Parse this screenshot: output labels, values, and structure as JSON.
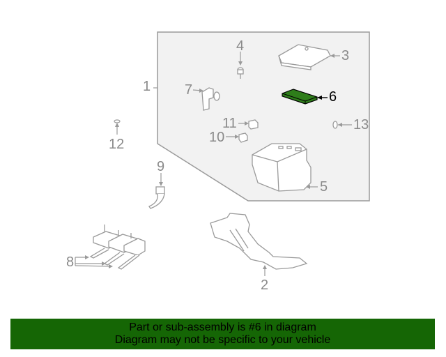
{
  "diagram": {
    "highlight_color": "#2e7d1a",
    "highlighted_part": "6",
    "callouts": [
      {
        "id": "1",
        "label": "1"
      },
      {
        "id": "2",
        "label": "2"
      },
      {
        "id": "3",
        "label": "3"
      },
      {
        "id": "4",
        "label": "4"
      },
      {
        "id": "5",
        "label": "5"
      },
      {
        "id": "6",
        "label": "6"
      },
      {
        "id": "7",
        "label": "7"
      },
      {
        "id": "8",
        "label": "8"
      },
      {
        "id": "9",
        "label": "9"
      },
      {
        "id": "10",
        "label": "10"
      },
      {
        "id": "11",
        "label": "11"
      },
      {
        "id": "12",
        "label": "12"
      },
      {
        "id": "13",
        "label": "13"
      }
    ]
  },
  "banner": {
    "line1": "Part or sub-assembly is #6 in diagram",
    "line2": "Diagram may not be specific to your vehicle",
    "color": "#156605"
  }
}
